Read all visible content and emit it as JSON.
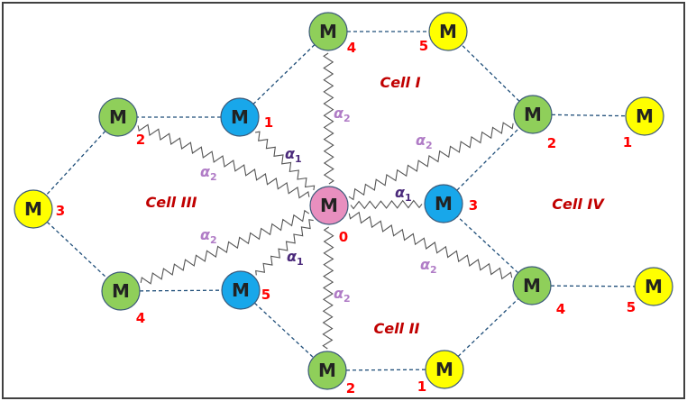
{
  "node_letter": "M",
  "cell_labels": [
    "Cell  I",
    "Cell II",
    "Cell  III",
    "Cell IV"
  ],
  "bond_labels": {
    "alpha1": "α",
    "alpha1_sub": "1",
    "alpha2": "α",
    "alpha2_sub": "2"
  },
  "colors": {
    "green": "#8fcf5a",
    "blue": "#18a7ea",
    "yellow": "#ffff00",
    "pink": "#e88fbf",
    "node_index": "#ff0000",
    "cell_label": "#c00000",
    "alpha1": "#4b2a7b",
    "alpha2": "#b07cc6",
    "link": "#1f4e79",
    "spring": "#555555",
    "frame": "#404040"
  },
  "nodes": [
    {
      "id": "center",
      "color": "pink",
      "index": "0"
    },
    {
      "id": "top-green",
      "color": "green",
      "index": "4"
    },
    {
      "id": "top-yellow",
      "color": "yellow",
      "index": "5"
    },
    {
      "id": "left-top-blue",
      "color": "blue",
      "index": "1"
    },
    {
      "id": "left-top-green",
      "color": "green",
      "index": "2"
    },
    {
      "id": "left-yellow",
      "color": "yellow",
      "index": "3"
    },
    {
      "id": "left-bottom-green",
      "color": "green",
      "index": "4"
    },
    {
      "id": "left-bottom-blue",
      "color": "blue",
      "index": "5"
    },
    {
      "id": "bottom-green",
      "color": "green",
      "index": "2"
    },
    {
      "id": "bottom-yellow",
      "color": "yellow",
      "index": "1"
    },
    {
      "id": "right-blue",
      "color": "blue",
      "index": "3"
    },
    {
      "id": "right-top-green",
      "color": "green",
      "index": "2"
    },
    {
      "id": "right-top-yellow",
      "color": "yellow",
      "index": "1"
    },
    {
      "id": "right-bottom-green",
      "color": "green",
      "index": "4"
    },
    {
      "id": "right-bottom-yellow",
      "color": "yellow",
      "index": "5"
    }
  ]
}
